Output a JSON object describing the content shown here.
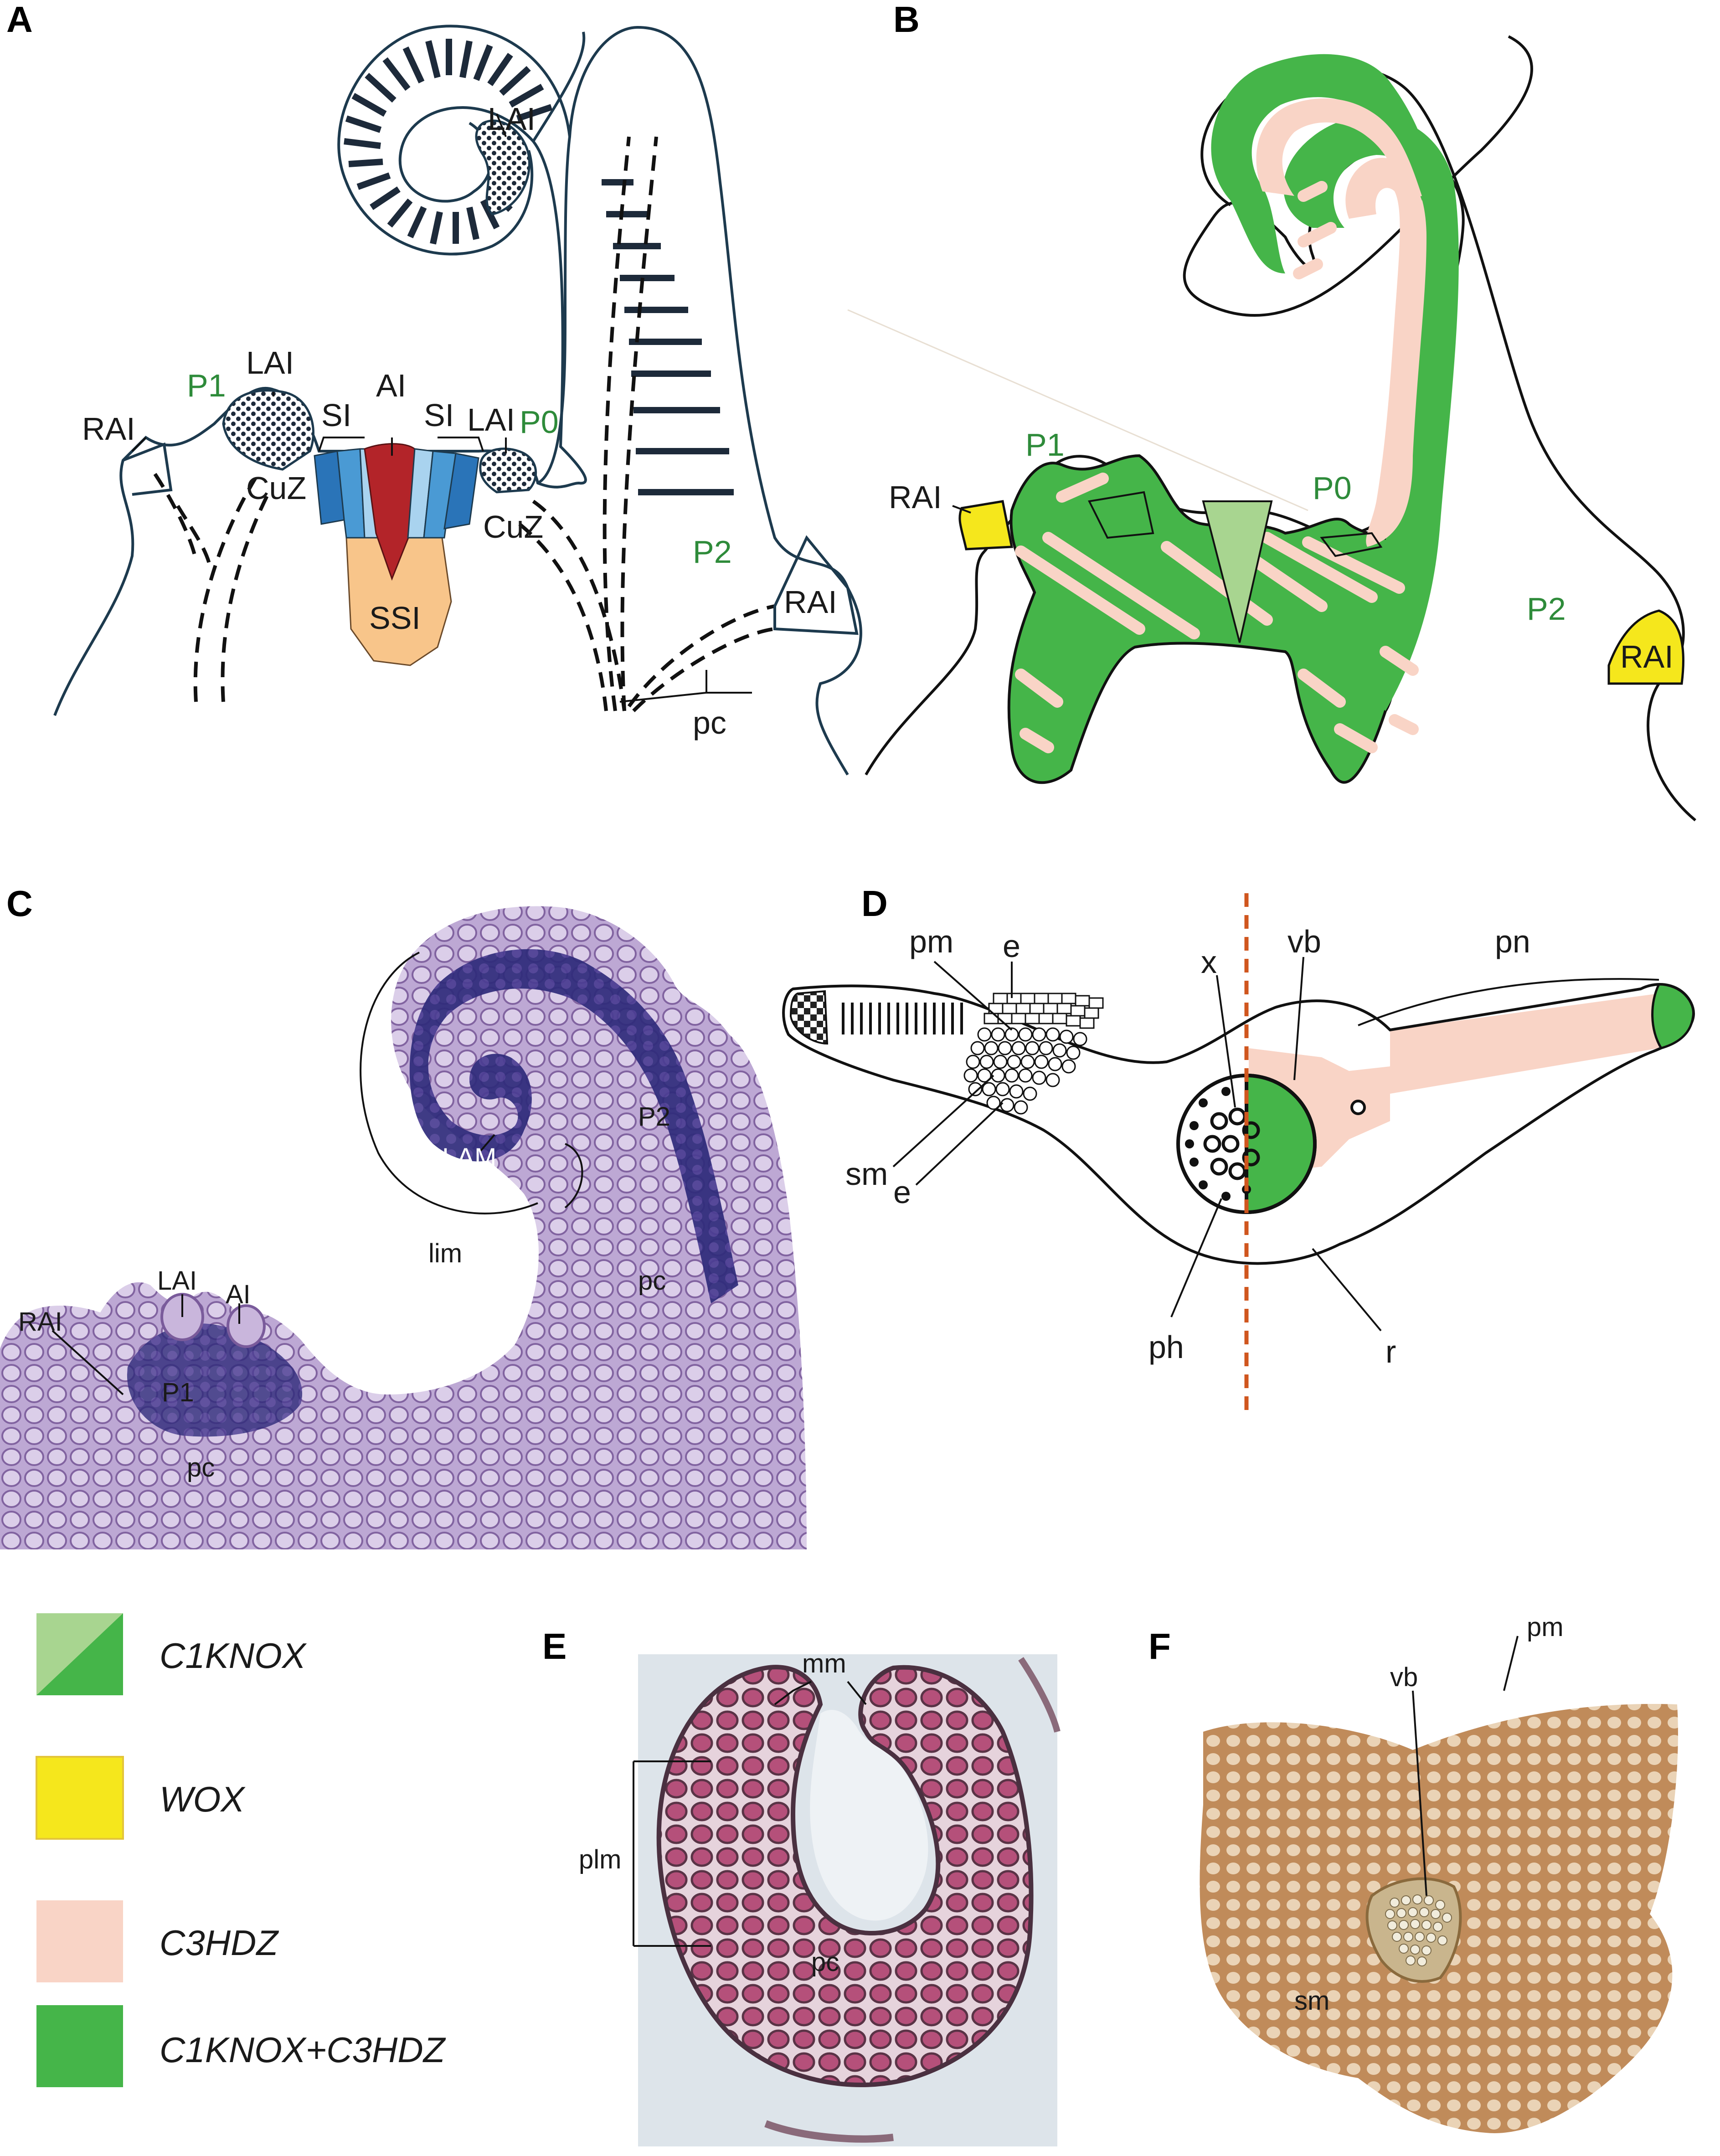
{
  "panels": {
    "a": "A",
    "b": "B",
    "c": "C",
    "d": "D",
    "e": "E",
    "f": "F"
  },
  "panel_a": {
    "lai_top": "LAI",
    "p1": "P1",
    "lai_p1": "LAI",
    "rai_left": "RAI",
    "si_left": "SI",
    "ai": "AI",
    "si_right": "SI",
    "lai_p0": "LAI",
    "p0": "P0",
    "cuz_left": "CuZ",
    "cuz_right": "CuZ",
    "ssi": "SSI",
    "p2": "P2",
    "rai_right": "RAI",
    "pc": "pc"
  },
  "panel_b": {
    "p1": "P1",
    "rai_left": "RAI",
    "p0": "P0",
    "p2": "P2",
    "rai_right": "RAI"
  },
  "panel_c": {
    "lam": "LAM",
    "p2": "P2",
    "lim": "lim",
    "lai": "LAI",
    "ai": "AI",
    "rai": "RAI",
    "p1": "P1",
    "pc_left": "pc",
    "pc_right": "pc"
  },
  "panel_d": {
    "pm": "pm",
    "e_top": "e",
    "x": "x",
    "vb": "vb",
    "pn": "pn",
    "sm": "sm",
    "e_bottom": "e",
    "ph": "ph",
    "r": "r"
  },
  "panel_e": {
    "mm": "mm",
    "plm": "plm",
    "pc": "pc"
  },
  "panel_f": {
    "pm": "pm",
    "vb": "vb",
    "sm": "sm"
  },
  "legend": [
    {
      "label": "C1KNOX",
      "color": "#45b549",
      "color2": "#a8d590"
    },
    {
      "label": "WOX",
      "color": "#f5e71c"
    },
    {
      "label": "C3HDZ",
      "color": "#f9d4c6"
    },
    {
      "label": "C1KNOX+C3HDZ",
      "color": "#45b549"
    }
  ],
  "colors": {
    "green": "#45b549",
    "light_green": "#a8d590",
    "yellow": "#f5e71c",
    "pink": "#f9d4c6",
    "red": "#b32429",
    "blue_dark": "#2a74b8",
    "blue_mid": "#4a9ad4",
    "blue_light": "#a9d3ef",
    "orange": "#f8c58a",
    "stain": "#8a6aa8",
    "brown": "#a8754a"
  }
}
